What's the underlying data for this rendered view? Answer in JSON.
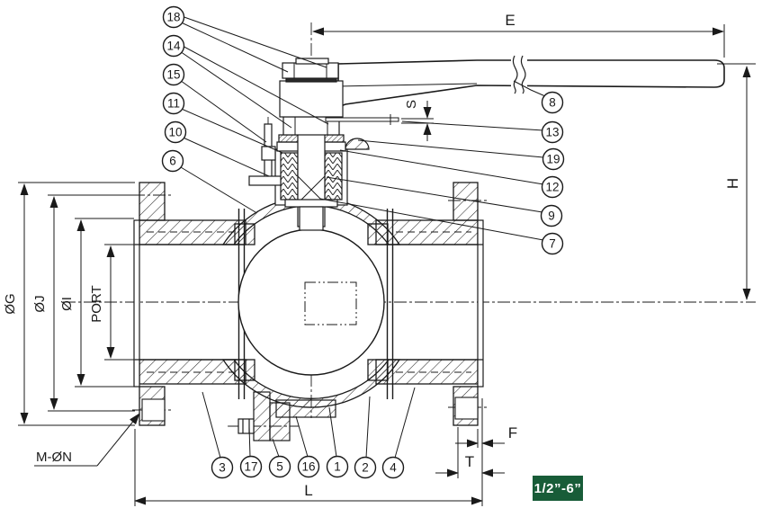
{
  "callouts": {
    "left": [
      "18",
      "14",
      "15",
      "11",
      "10",
      "6"
    ],
    "right": [
      "8",
      "13",
      "19",
      "12",
      "9",
      "7"
    ],
    "bottom": [
      "3",
      "17",
      "5",
      "16",
      "1",
      "2",
      "4"
    ]
  },
  "dimensions": {
    "e": "E",
    "h": "H",
    "s": "S",
    "dia_g": "ØG",
    "dia_j": "ØJ",
    "dia_i": "ØI",
    "port": "PORT",
    "bolt_pattern": "M-ØN",
    "l": "L",
    "t": "T",
    "f": "F"
  },
  "badge": {
    "label": "1/2”-6”"
  },
  "colors": {
    "line": "#1a1a1a",
    "badge_bg": "#185c38",
    "badge_fg": "#ffffff"
  }
}
